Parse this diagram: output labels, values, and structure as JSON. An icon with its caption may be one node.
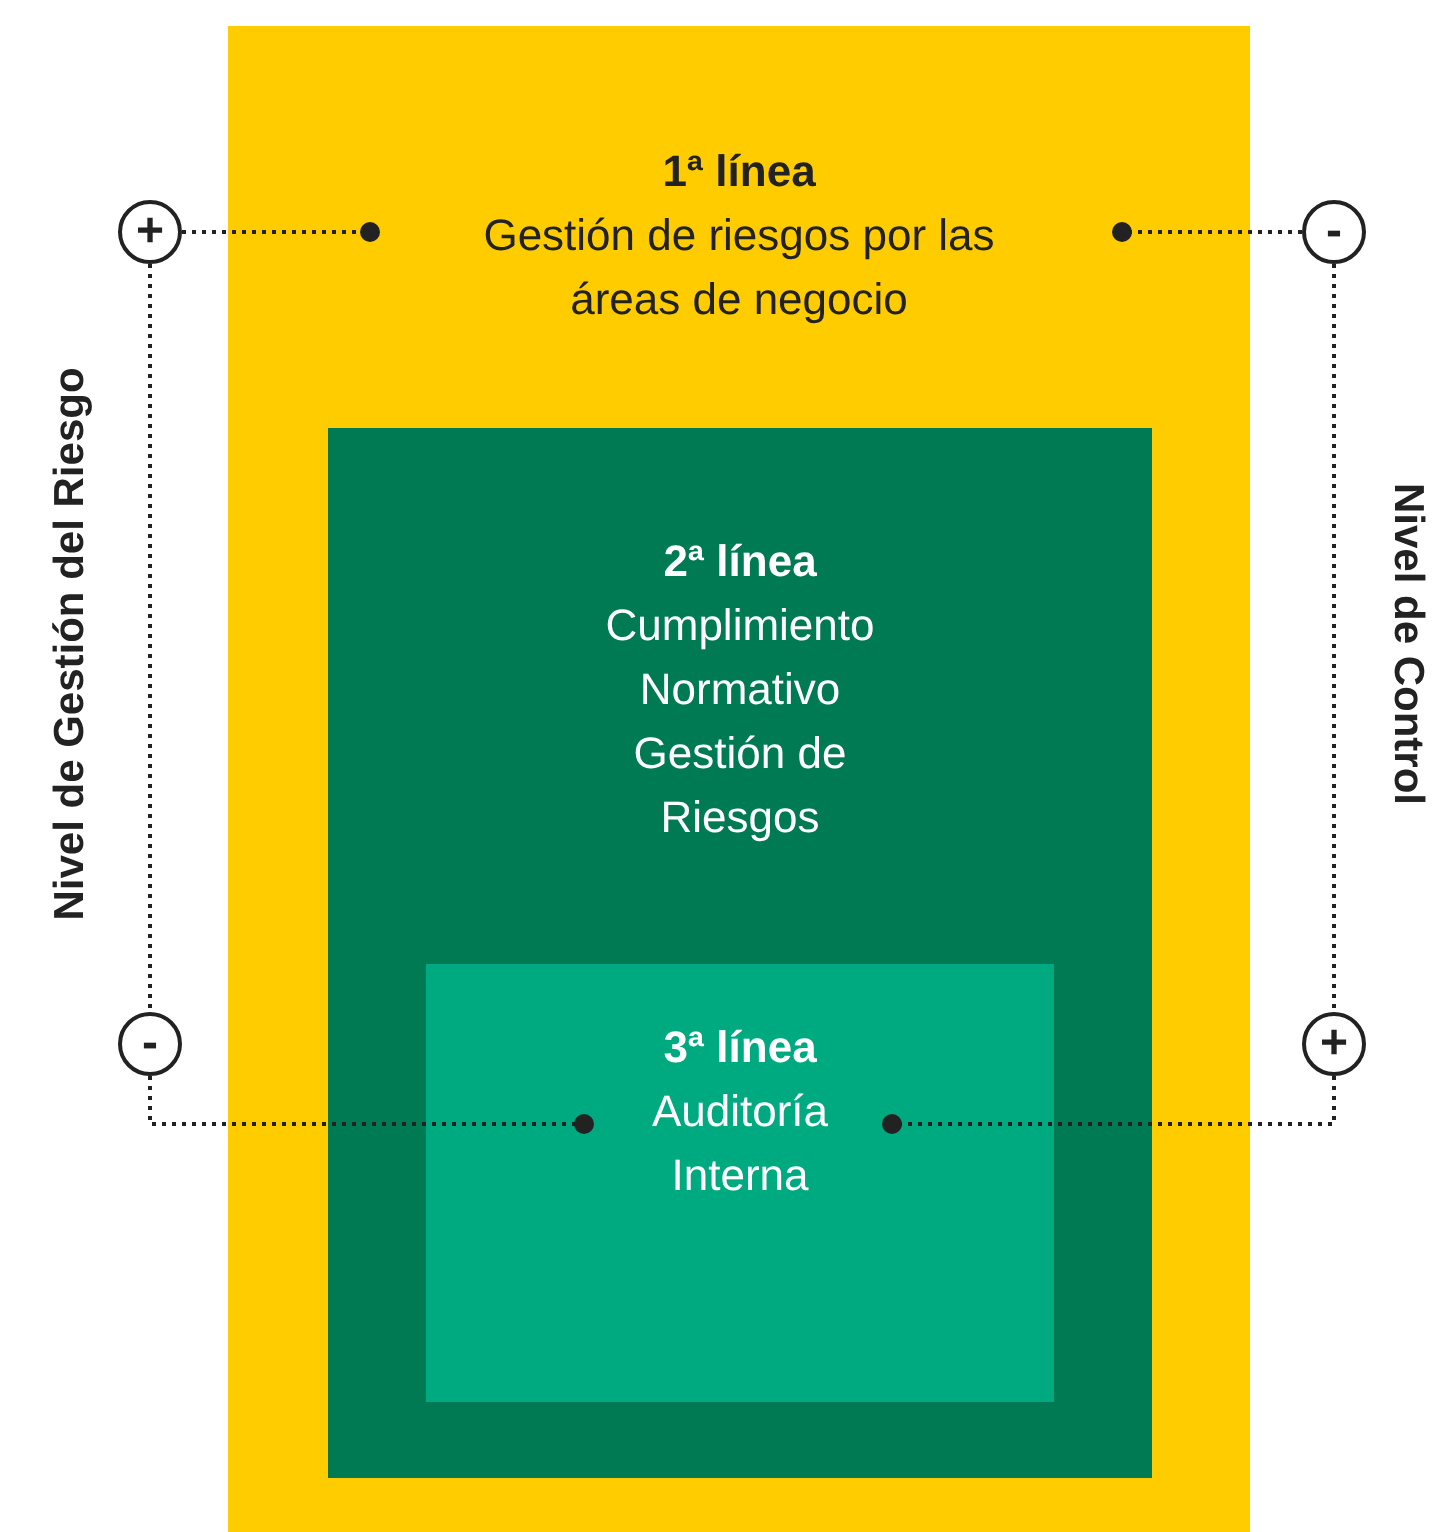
{
  "diagram": {
    "nodes": [
      {
        "text": [
          "1ª línea",
          "Gestión de riesgos por las áreas de negocio"
        ]
      },
      {
        "text": [
          "2ª línea",
          "Cumplimiento Normativo Gestión de Riesgos"
        ],
        "in": 0
      },
      {
        "text": [
          "3ª línea",
          "Auditoría Interna"
        ],
        "in": 1
      },
      {
        "text": [
          "+"
        ]
      },
      {
        "text": [
          "-"
        ]
      },
      {
        "text": [
          "-"
        ]
      },
      {
        "text": [
          "+"
        ]
      }
    ],
    "edges": [
      {
        "from": 3,
        "to": 0,
        "arrow": "other",
        "style": "dashed"
      },
      {
        "from": 4,
        "to": 0,
        "arrow": "other",
        "style": "dashed"
      },
      {
        "from": 3,
        "to": 5,
        "arrow": "none",
        "style": "dashed"
      },
      {
        "from": 4,
        "to": 6,
        "arrow": "none",
        "style": "dashed"
      },
      {
        "from": 5,
        "to": 2,
        "arrow": "other",
        "style": "dashed"
      },
      {
        "from": 6,
        "to": 2,
        "arrow": "other",
        "style": "dashed"
      }
    ],
    "labels": [
      "Nivel de Gestión del Riesgo",
      "Nivel de Control"
    ]
  }
}
